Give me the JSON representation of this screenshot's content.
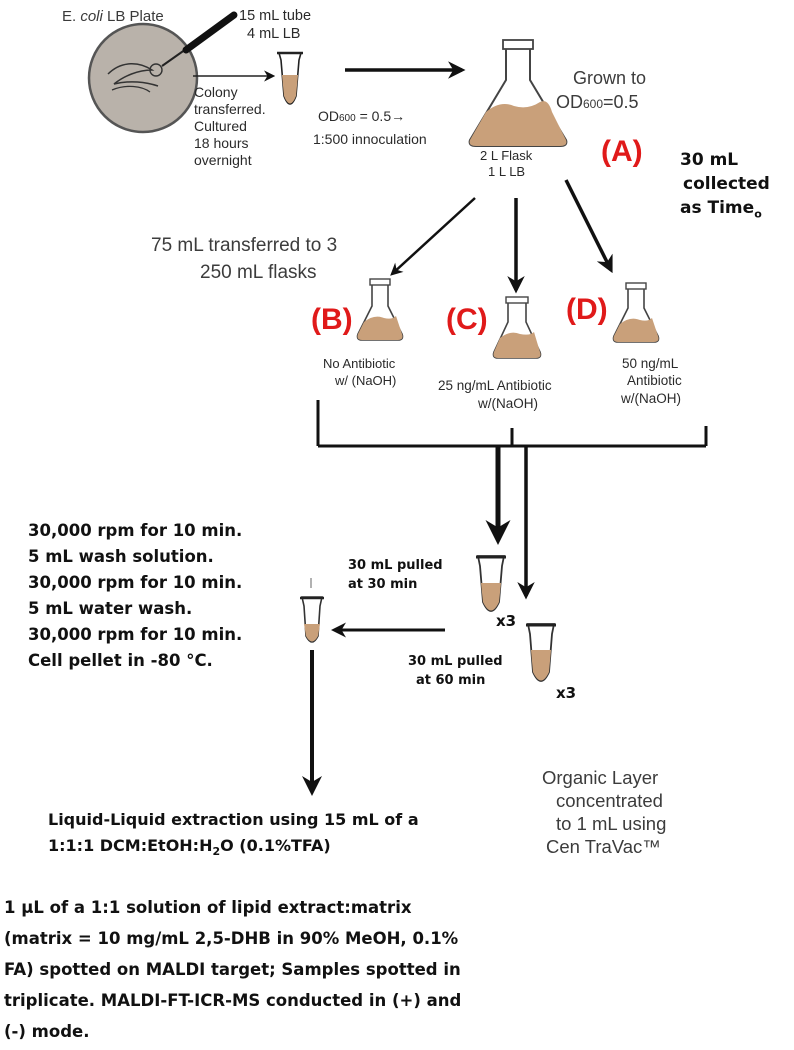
{
  "colors": {
    "broth": "#c9a07a",
    "arrow": "#111111",
    "label_red": "#e01a1a"
  },
  "top": {
    "plate_pre": "E. ",
    "plate_italic": "coli",
    "plate_post": " LB Plate",
    "tube_line1": "15 mL tube",
    "tube_line2": "4 mL LB",
    "colony_lines": [
      "Colony",
      "transferred.",
      "Cultured",
      "18 hours",
      "overnight"
    ],
    "od_prefix": "OD",
    "od_sub": "600",
    "od_rest": " = 0.5→",
    "inoculation": "1:500 innoculation",
    "flask_line1": "2 L Flask",
    "flask_line2": "1 L LB",
    "grown_line1": "Grown to",
    "grown_od": "OD",
    "grown_sub": "600",
    "grown_rest": "=0.5",
    "label_a": "(A)",
    "collected_line1": "30 mL",
    "collected_line2": "collected",
    "collected_line3_main": "as Time",
    "collected_line3_sub": "o"
  },
  "middle": {
    "transfer_line1": "75 mL transferred to 3",
    "transfer_line2": "250 mL flasks",
    "label_b": "(B)",
    "label_c": "(C)",
    "label_d": "(D)",
    "b_line1": "No Antibiotic",
    "b_line2": "w/ (NaOH)",
    "c_line1": "25 ng/mL Antibiotic",
    "c_line2": "w/(NaOH)",
    "d_line1": "50 ng/mL",
    "d_line2": "Antibiotic",
    "d_line3": "w/(NaOH)"
  },
  "processing": {
    "steps": [
      "30,000 rpm for 10 min.",
      "5 mL wash solution.",
      "30,000 rpm for 10 min.",
      "5 mL water wash.",
      "30,000 rpm for 10 min.",
      "Cell pellet in -80 °C."
    ],
    "pull30_line1": "30 mL pulled",
    "pull30_line2": "at 30 min",
    "pull60_line1": "30 mL pulled",
    "pull60_line2": "at 60 min",
    "x3_a": "x3",
    "x3_b": "x3"
  },
  "bottom": {
    "organic_lines": [
      "Organic Layer",
      "concentrated",
      "to 1 mL using",
      "Cen TraVac™"
    ],
    "lle_line1": "Liquid-Liquid extraction using 15 mL of a",
    "lle_line2_pre": "1:1:1 DCM:EtOH:H",
    "lle_line2_sub": "2",
    "lle_line2_post": "O  (0.1%TFA)",
    "maldi_lines": [
      "1 μL  of a 1:1 solution of lipid extract:matrix",
      "(matrix = 10 mg/mL 2,5-DHB  in 90% MeOH, 0.1%",
      "FA) spotted on MALDI target; Samples spotted in",
      "triplicate. MALDI-FT-ICR-MS conducted in (+) and",
      "(-) mode."
    ]
  }
}
